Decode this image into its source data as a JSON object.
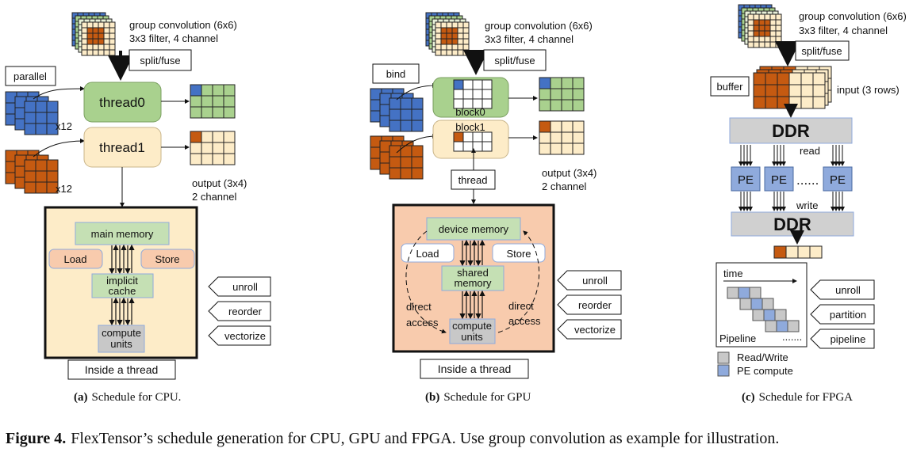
{
  "colors": {
    "blue": "#4472c4",
    "green": "#a9d18e",
    "beige": "#fdecc8",
    "orange": "#c55a11",
    "pale_orange": "#f8cbad",
    "light_green": "#c5e0b4",
    "gray": "#c8c8c8",
    "pe_blue": "#8faadc"
  },
  "cpu": {
    "header": [
      "group convolution (6x6)",
      "3x3 filter, 4 channel"
    ],
    "split_fuse": "split/fuse",
    "parallel": "parallel",
    "x12_top": "x12",
    "x12_bottom": "x12",
    "thread0": "thread0",
    "thread1": "thread1",
    "output": [
      "output (3x4)",
      "2 channel"
    ],
    "main_memory": "main memory",
    "load": "Load",
    "store": "Store",
    "cache": [
      "implicit",
      "cache"
    ],
    "compute": [
      "compute",
      "units"
    ],
    "ops": [
      "unroll",
      "reorder",
      "vectorize"
    ],
    "inside": "Inside a thread",
    "caption_label": "(a)",
    "caption_text": "Schedule for CPU."
  },
  "gpu": {
    "header": [
      "group convolution (6x6)",
      "3x3 filter, 4 channel"
    ],
    "split_fuse": "split/fuse",
    "bind": "bind",
    "block0": "block0",
    "block1": "block1",
    "thread": "thread",
    "output": [
      "output (3x4)",
      "2 channel"
    ],
    "device_memory": "device memory",
    "load": "Load",
    "store": "Store",
    "shared": [
      "shared",
      "memory"
    ],
    "direct_left": [
      "direct",
      "access"
    ],
    "direct_right": [
      "direct",
      "access"
    ],
    "compute": [
      "compute",
      "units"
    ],
    "ops": [
      "unroll",
      "reorder",
      "vectorize"
    ],
    "inside": "Inside a thread",
    "caption_label": "(b)",
    "caption_text": "Schedule for GPU"
  },
  "fpga": {
    "header": [
      "group convolution (6x6)",
      "3x3 filter, 4 channel"
    ],
    "split_fuse": "split/fuse",
    "buffer": "buffer",
    "input": "input (3 rows)",
    "ddr_top": "DDR",
    "read": "read",
    "pe": [
      "PE",
      "PE",
      "PE"
    ],
    "dots": "......",
    "write": "write",
    "ddr_bottom": "DDR",
    "time": "time",
    "pipeline_label": "Pipeline",
    "pipeline_dots": ".......",
    "legend": [
      "Read/Write",
      "PE compute"
    ],
    "ops": [
      "unroll",
      "partition",
      "pipeline"
    ],
    "caption_label": "(c)",
    "caption_text": "Schedule for FPGA"
  },
  "figure": {
    "label": "Figure 4.",
    "text": "FlexTensor’s schedule generation for CPU, GPU and FPGA. Use group convolution as example for illustration."
  }
}
